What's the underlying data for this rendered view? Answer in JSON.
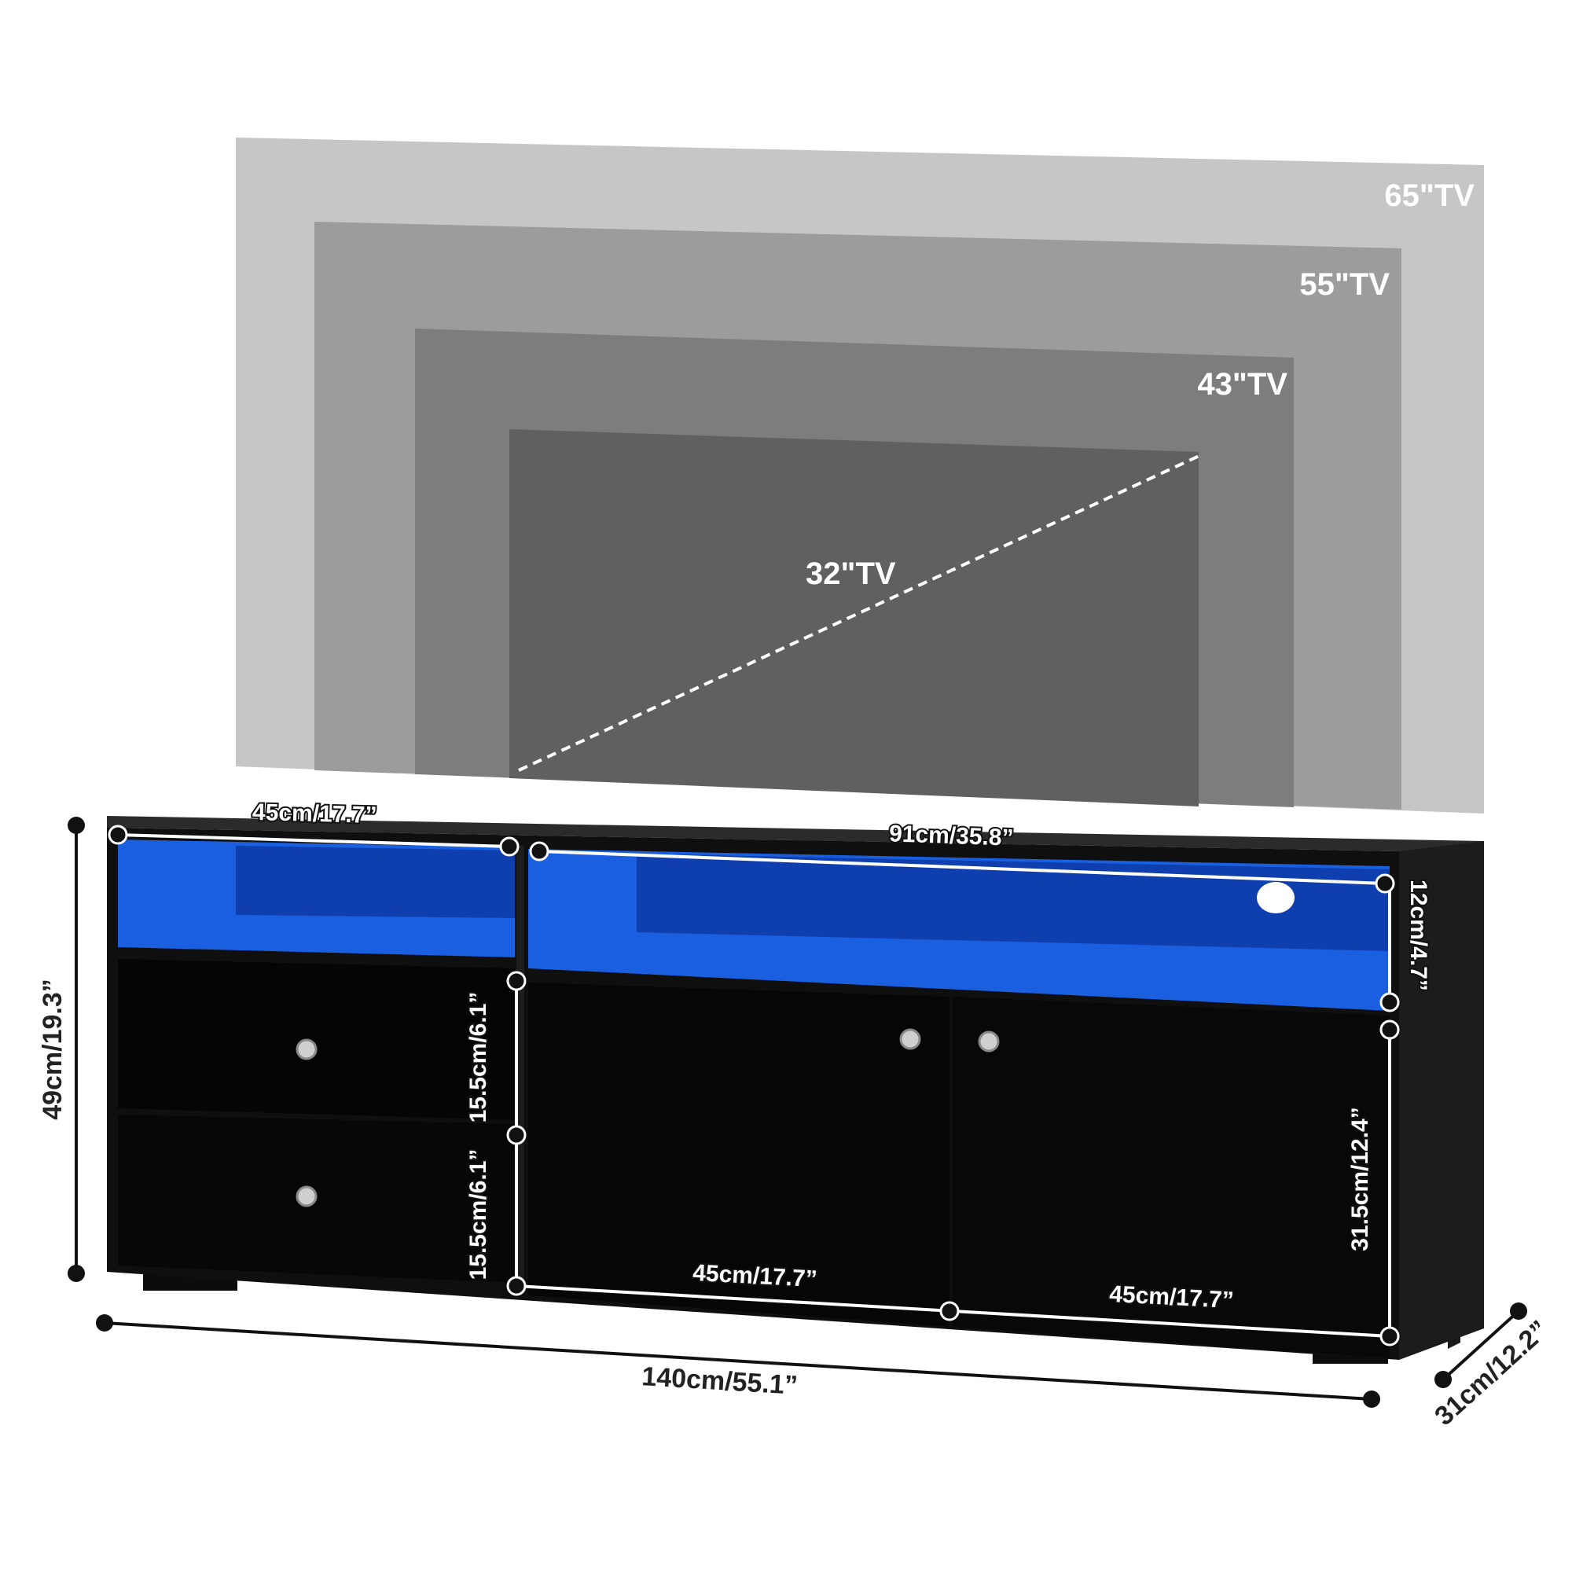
{
  "tv_sizes": [
    {
      "label": "65\"TV",
      "color": "#c6c6c6"
    },
    {
      "label": "55\"TV",
      "color": "#9c9c9c"
    },
    {
      "label": "43\"TV",
      "color": "#7d7d7d"
    },
    {
      "label": "32\"TV",
      "color": "#606060"
    }
  ],
  "cabinet": {
    "body_color": "#111111",
    "led_color": "#1a5fe0"
  },
  "dimensions": {
    "total_width": "140cm/55.1”",
    "total_height": "49cm/19.3”",
    "depth": "31cm/12.2”",
    "left_shelf_width": "45cm/17.7”",
    "right_shelf_width": "91cm/35.8”",
    "shelf_height": "12cm/4.7”",
    "drawer_top_height": "15.5cm/6.1”",
    "drawer_bottom_height": "15.5cm/6.1”",
    "door_height": "31.5cm/12.4”",
    "door_left_width": "45cm/17.7”",
    "door_right_width": "45cm/17.7”"
  }
}
